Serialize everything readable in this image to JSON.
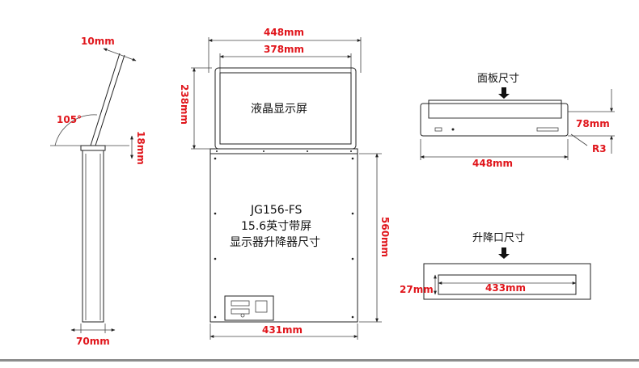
{
  "side_view": {
    "top_width": "10mm",
    "angle": "105°",
    "lip_height": "18mm",
    "body_width": "70mm"
  },
  "front_view": {
    "outer_width": "448mm",
    "screen_width": "378mm",
    "screen_height": "238mm",
    "screen_label": "液晶显示屏",
    "model": "JG156-FS",
    "line2": "15.6英寸带屏",
    "line3": "显示器升降器尺寸",
    "body_height": "560mm",
    "body_width": "431mm"
  },
  "panel_view": {
    "title": "面板尺寸",
    "height": "78mm",
    "radius": "R3",
    "width": "448mm"
  },
  "opening_view": {
    "title": "升降口尺寸",
    "height": "27mm",
    "width": "433mm"
  },
  "colors": {
    "dimension": "#e0151b",
    "line": "#222222"
  }
}
